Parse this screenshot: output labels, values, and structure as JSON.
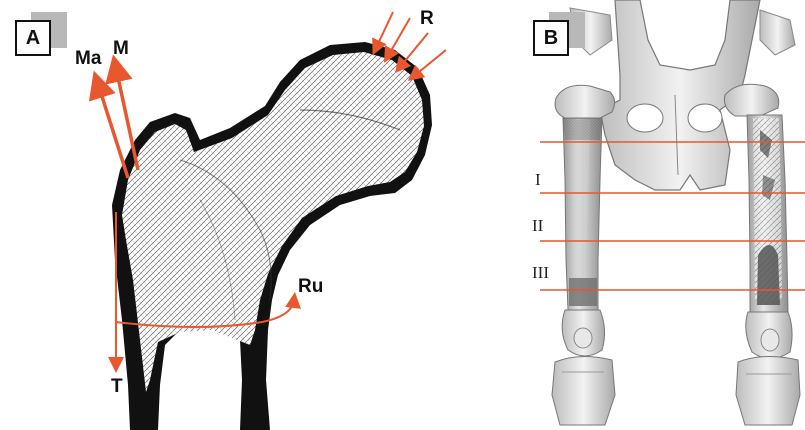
{
  "panel_a": {
    "label": "A",
    "force_labels": {
      "ma": "Ma",
      "m": "M",
      "r": "R",
      "ru": "Ru",
      "t": "T"
    }
  },
  "panel_b": {
    "label": "B",
    "section_labels": [
      "I",
      "II",
      "III"
    ]
  },
  "colors": {
    "arrow": "#e8572e",
    "bone_dark": "#111111",
    "cortex_shade": "#555555"
  }
}
